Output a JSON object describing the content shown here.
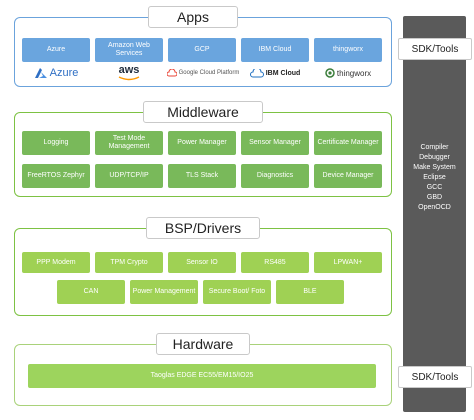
{
  "apps": {
    "title": "Apps",
    "items": [
      "Azure",
      "Amazon Web Services",
      "GCP",
      "IBM Cloud",
      "thingworx"
    ],
    "logos": {
      "azure": "Azure",
      "aws": "aws",
      "gcp": "Google Cloud Platform",
      "ibm": "IBM Cloud",
      "thingworx": "thingworx"
    }
  },
  "middleware": {
    "title": "Middleware",
    "row1": [
      "Logging",
      "Test Mode Management",
      "Power Manager",
      "Sensor Manager",
      "Certificate Manager"
    ],
    "row2": [
      "FreeRTOS Zephyr",
      "UDP/TCP/IP",
      "TLS Stack",
      "Diagnostics",
      "Device Manager"
    ]
  },
  "bsp": {
    "title": "BSP/Drivers",
    "row1": [
      "PPP Modem",
      "TPM Crypto",
      "Sensor IO",
      "RS485",
      "LPWAN+"
    ],
    "row2": [
      "CAN",
      "Power Management",
      "Secure Boot/ Foto",
      "BLE"
    ]
  },
  "hardware": {
    "title": "Hardware",
    "bar": "Taoglas EDGE  EC55/EM15/IO25"
  },
  "sdk": {
    "label_top": "SDK/Tools",
    "label_bottom": "SDK/Tools",
    "tools": [
      "Compiler",
      "Debugger",
      "Make System",
      "Eclipse",
      "GCC",
      "GBD",
      "OpenOCD"
    ]
  },
  "colors": {
    "apps_border": "#6ba3dc",
    "apps_cell": "#6aa5de",
    "middleware_cell": "#79b95a",
    "bsp_cell": "#9fd154",
    "sdk_column": "#5a5a5a"
  }
}
